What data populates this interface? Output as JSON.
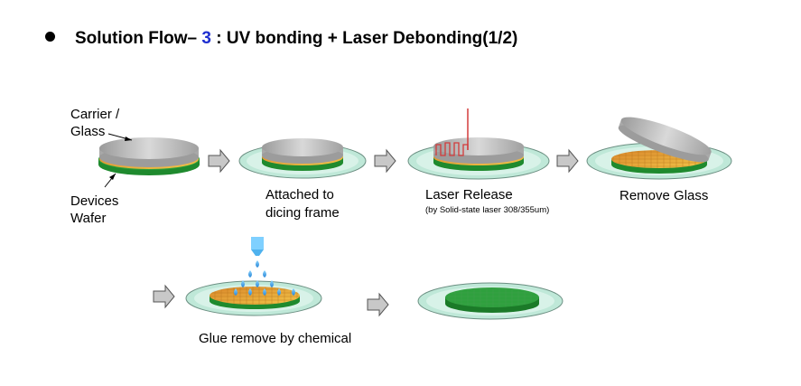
{
  "title": {
    "prefix": "Solution Flow– ",
    "number": "3",
    "suffix": " : UV bonding + Laser Debonding(1/2)"
  },
  "labels": {
    "carrier_line1": "Carrier /",
    "carrier_line2": "Glass",
    "devices_line1": "Devices",
    "devices_line2": "Wafer",
    "attached_line1": "Attached to",
    "attached_line2": "dicing frame",
    "laser_release": "Laser Release",
    "laser_note": "(by Solid-state laser 308/355um)",
    "remove_glass": "Remove Glass",
    "glue_remove": "Glue remove by chemical"
  },
  "colors": {
    "title_number": "#1f2fd0",
    "glass": "#b5b5b5",
    "glue": "#e8a83a",
    "wafer": "#1f8a2e",
    "frame": "#bfe8d8",
    "laser": "#d23b3b",
    "chemical": "#3aa0e0"
  }
}
